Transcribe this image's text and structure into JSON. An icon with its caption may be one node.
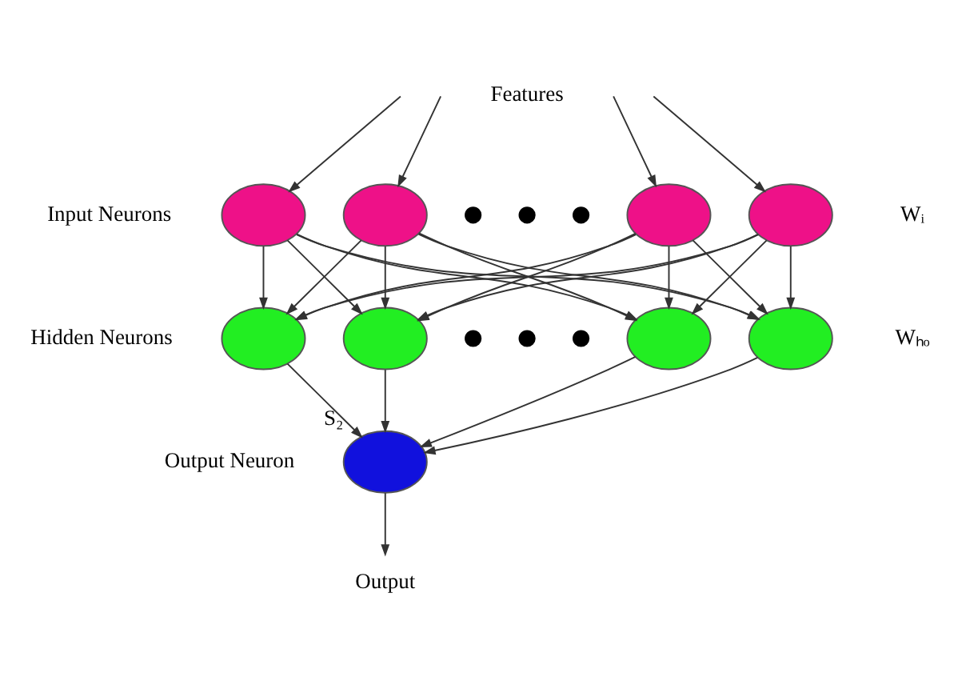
{
  "diagram": {
    "nodes": [
      {
        "text": [],
        "shape": "circle"
      },
      {
        "text": [],
        "shape": "circle"
      },
      {
        "text": [],
        "shape": "dot"
      },
      {
        "text": [],
        "shape": "dot"
      },
      {
        "text": [],
        "shape": "dot"
      },
      {
        "text": [],
        "shape": "circle"
      },
      {
        "text": [],
        "shape": "circle"
      },
      {
        "text": [],
        "shape": "circle"
      },
      {
        "text": [],
        "shape": "circle"
      },
      {
        "text": [],
        "shape": "dot"
      },
      {
        "text": [],
        "shape": "dot"
      },
      {
        "text": [],
        "shape": "dot"
      },
      {
        "text": [],
        "shape": "circle"
      },
      {
        "text": [],
        "shape": "circle"
      },
      {
        "text": [],
        "shape": "circle",
        "beside": [
          "S₂"
        ]
      },
      {
        "text": [
          "Output"
        ]
      }
    ],
    "edges": [
      {
        "from": null,
        "to": 0,
        "arrow": "to"
      },
      {
        "from": null,
        "to": 1,
        "arrow": "to"
      },
      {
        "from": null,
        "to": 5,
        "arrow": "to"
      },
      {
        "from": null,
        "to": 6,
        "arrow": "to"
      },
      {
        "from": 0,
        "to": 7,
        "arrow": "to"
      },
      {
        "from": 0,
        "to": 8,
        "arrow": "to"
      },
      {
        "from": 0,
        "to": 12,
        "arrow": "to"
      },
      {
        "from": 0,
        "to": 13,
        "arrow": "to"
      },
      {
        "from": 1,
        "to": 7,
        "arrow": "to"
      },
      {
        "from": 1,
        "to": 8,
        "arrow": "to"
      },
      {
        "from": 1,
        "to": 12,
        "arrow": "to"
      },
      {
        "from": 1,
        "to": 13,
        "arrow": "to"
      },
      {
        "from": 5,
        "to": 7,
        "arrow": "to"
      },
      {
        "from": 5,
        "to": 8,
        "arrow": "to"
      },
      {
        "from": 5,
        "to": 12,
        "arrow": "to"
      },
      {
        "from": 5,
        "to": 13,
        "arrow": "to"
      },
      {
        "from": 6,
        "to": 7,
        "arrow": "to"
      },
      {
        "from": 6,
        "to": 8,
        "arrow": "to"
      },
      {
        "from": 6,
        "to": 12,
        "arrow": "to"
      },
      {
        "from": 6,
        "to": 13,
        "arrow": "to"
      },
      {
        "from": 7,
        "to": 14,
        "arrow": "to"
      },
      {
        "from": 8,
        "to": 14,
        "arrow": "to"
      },
      {
        "from": 12,
        "to": 14,
        "arrow": "to"
      },
      {
        "from": 13,
        "to": 14,
        "arrow": "to"
      },
      {
        "from": 14,
        "to": 15,
        "arrow": "to"
      }
    ],
    "labels": [
      "Features",
      "Input Neurons",
      "Wᵢ",
      "Hidden Neurons",
      "Wₕₒ",
      "Output Neuron"
    ]
  }
}
